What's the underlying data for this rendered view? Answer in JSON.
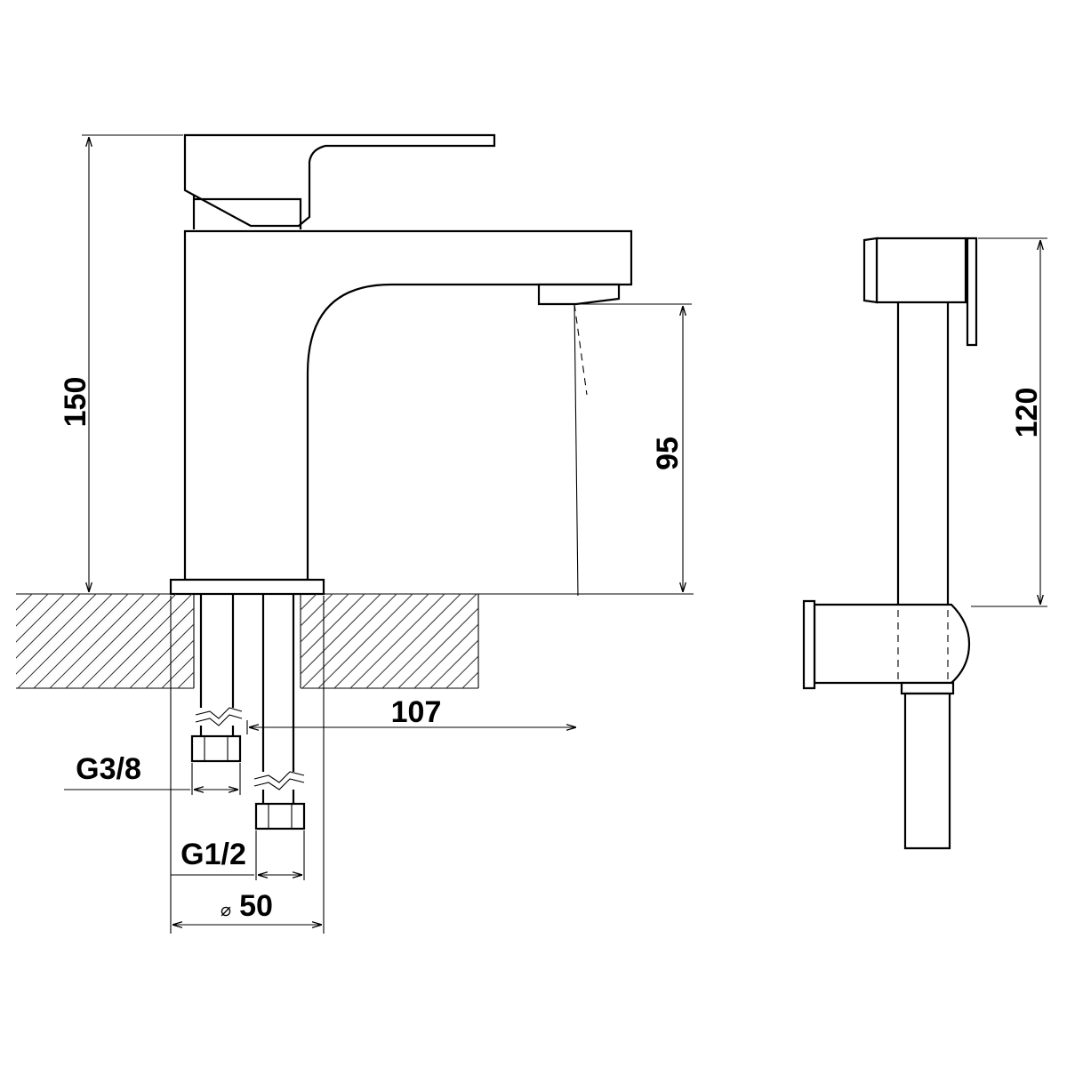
{
  "dimensions": {
    "height_total": "150",
    "spout_height": "95",
    "spout_reach": "107",
    "hose_length": "120",
    "inlet_g38": "G3/8",
    "inlet_g12": "G1/2",
    "diameter_symbol": "⌀",
    "diameter_value": "50"
  },
  "colors": {
    "line": "#000000",
    "background": "#ffffff"
  }
}
